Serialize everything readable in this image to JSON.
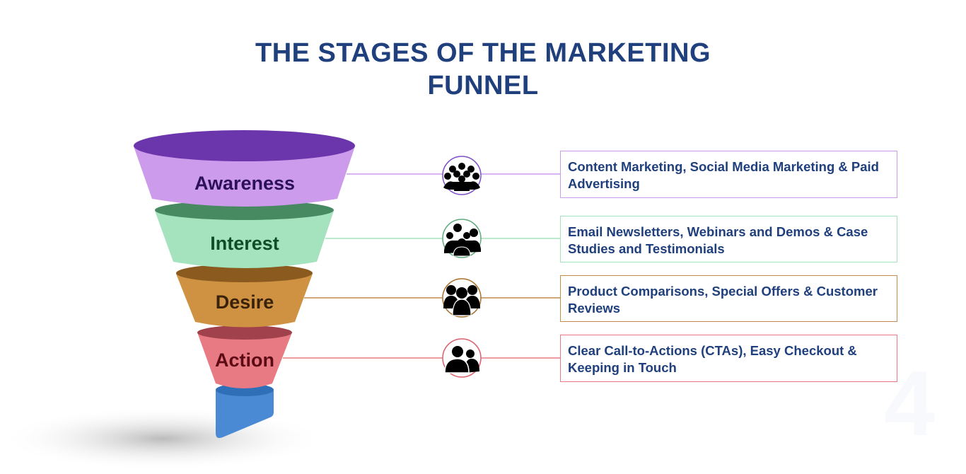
{
  "title": {
    "line1": "THE STAGES OF THE MARKETING",
    "line2": "FUNNEL"
  },
  "watermark": "4",
  "stages": [
    {
      "label": "Awareness",
      "icon": "crowd-icon",
      "description": "Content Marketing, Social Media Marketing & Paid Advertising",
      "color": "#cc9bec",
      "accent": "#7d4fc8"
    },
    {
      "label": "Interest",
      "icon": "group-icon",
      "description": "Email Newsletters, Webinars and Demos & Case Studies and Testimonials",
      "color": "#a5e3bf",
      "accent": "#5eaa7d"
    },
    {
      "label": "Desire",
      "icon": "team-icon",
      "description": "Product Comparisons, Special Offers & Customer Reviews",
      "color": "#cf9243",
      "accent": "#a8702e"
    },
    {
      "label": "Action",
      "icon": "pair-icon",
      "description": "Clear Call-to-Actions (CTAs), Easy Checkout & Keeping in Touch",
      "color": "#e87a84",
      "accent": "#d9606c"
    }
  ]
}
